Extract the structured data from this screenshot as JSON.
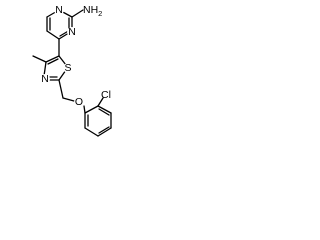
{
  "structure": {
    "atoms": {
      "pyrimidine_n1": "N",
      "pyrimidine_n3": "N",
      "amine": "NH",
      "amine_subscript": "2",
      "thiazole_s": "S",
      "thiazole_n": "N",
      "ether_o": "O",
      "chlorine": "Cl"
    }
  },
  "colors": {
    "bond": "#000000",
    "text": "#000000",
    "background": "#ffffff"
  }
}
